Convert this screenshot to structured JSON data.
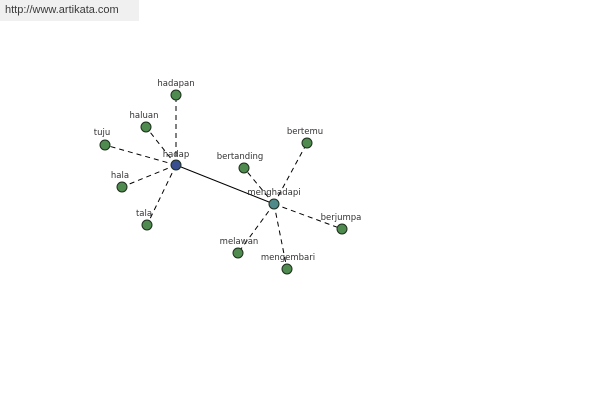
{
  "watermark": {
    "url": "http://www.artikata.com"
  },
  "colors": {
    "leaf_node": "#4f8a4f",
    "root_node": "#3a4f8f",
    "hub_node": "#4f8a8a"
  },
  "graph": {
    "nodes": [
      {
        "id": "hadap",
        "label": "hadap",
        "kind": "root"
      },
      {
        "id": "menghadapi",
        "label": "menghadapi",
        "kind": "hub"
      },
      {
        "id": "hadapan",
        "label": "hadapan",
        "kind": "leaf"
      },
      {
        "id": "haluan",
        "label": "haluan",
        "kind": "leaf"
      },
      {
        "id": "tuju",
        "label": "tuju",
        "kind": "leaf"
      },
      {
        "id": "hala",
        "label": "hala",
        "kind": "leaf"
      },
      {
        "id": "tala",
        "label": "tala",
        "kind": "leaf"
      },
      {
        "id": "bertanding",
        "label": "bertanding",
        "kind": "leaf"
      },
      {
        "id": "bertemu",
        "label": "bertemu",
        "kind": "leaf"
      },
      {
        "id": "berjumpa",
        "label": "berjumpa",
        "kind": "leaf"
      },
      {
        "id": "melawan",
        "label": "melawan",
        "kind": "leaf"
      },
      {
        "id": "mengembari",
        "label": "mengembari",
        "kind": "leaf"
      }
    ],
    "edges": [
      {
        "from": "hadap",
        "to": "menghadapi",
        "style": "solid"
      },
      {
        "from": "hadap",
        "to": "hadapan",
        "style": "dashed"
      },
      {
        "from": "hadap",
        "to": "haluan",
        "style": "dashed"
      },
      {
        "from": "hadap",
        "to": "tuju",
        "style": "dashed"
      },
      {
        "from": "hadap",
        "to": "hala",
        "style": "dashed"
      },
      {
        "from": "hadap",
        "to": "tala",
        "style": "dashed"
      },
      {
        "from": "menghadapi",
        "to": "bertanding",
        "style": "dashed"
      },
      {
        "from": "menghadapi",
        "to": "bertemu",
        "style": "dashed"
      },
      {
        "from": "menghadapi",
        "to": "berjumpa",
        "style": "dashed"
      },
      {
        "from": "menghadapi",
        "to": "melawan",
        "style": "dashed"
      },
      {
        "from": "menghadapi",
        "to": "mengembari",
        "style": "dashed"
      }
    ]
  }
}
